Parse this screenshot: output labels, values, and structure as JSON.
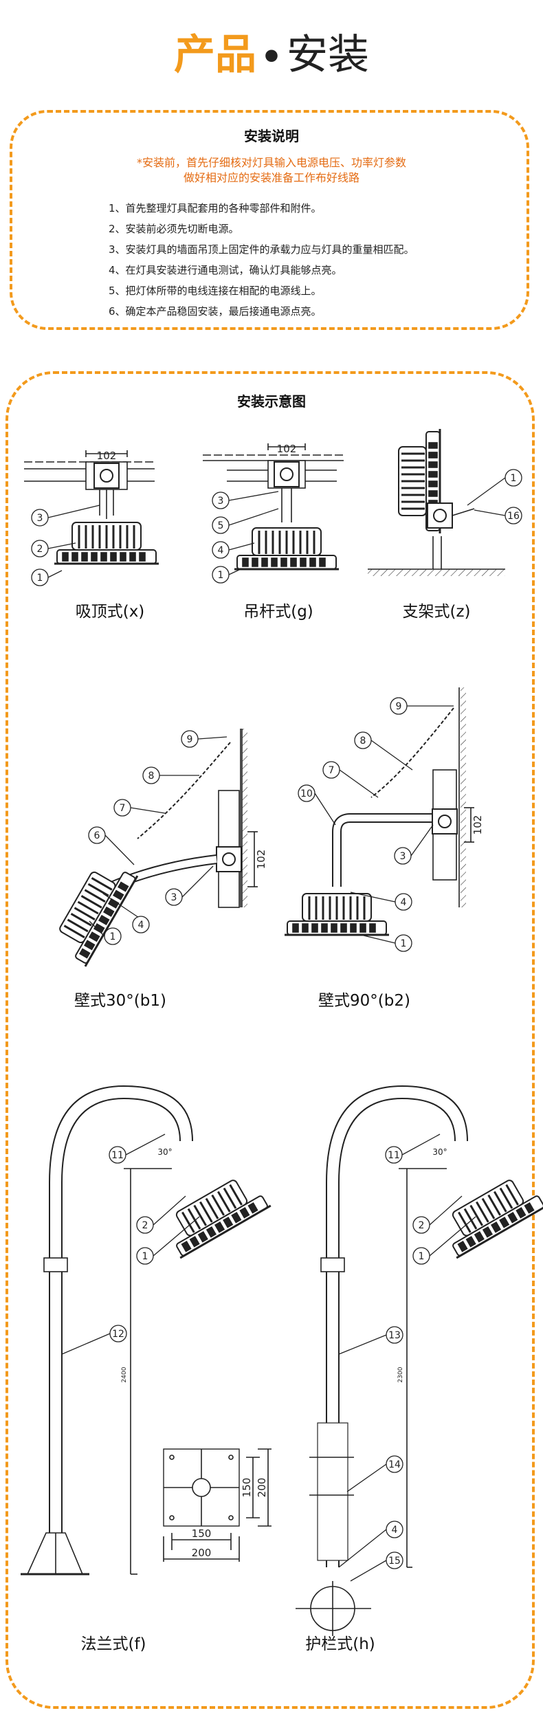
{
  "header": {
    "title_a": "产品",
    "title_dot": "•",
    "title_b": "安装"
  },
  "instructions": {
    "heading": "安装说明",
    "warning_1": "*安装前，首先仔细核对灯具输入电源电压、功率灯参数",
    "warning_2": "做好相对应的安装准备工作布好线路",
    "steps": [
      "1、首先整理灯具配套用的各种零部件和附件。",
      "2、安装前必须先切断电源。",
      "3、安装灯具的墙面吊顶上固定件的承载力应与灯具的重量相匹配。",
      "4、在灯具安装进行通电测试，确认灯具能够点亮。",
      "5、把灯体所带的电线连接在相配的电源线上。",
      "6、确定本产品稳固安装，最后接通电源点亮。"
    ]
  },
  "diagrams": {
    "heading": "安装示意图",
    "labels": {
      "ceiling": "吸顶式(x)",
      "pendant": "吊杆式(g)",
      "bracket": "支架式(z)",
      "wall30": "壁式30°(b1)",
      "wall90": "壁式90°(b2)",
      "flange": "法兰式(f)",
      "guardrail": "护栏式(h)"
    },
    "dims": {
      "d102": "102",
      "d2400": "2400",
      "d2300": "2300",
      "d150": "150",
      "d200": "200",
      "angle30": "30°"
    },
    "part_numbers": [
      "1",
      "2",
      "3",
      "4",
      "5",
      "6",
      "7",
      "8",
      "9",
      "10",
      "11",
      "12",
      "13",
      "14",
      "15",
      "16"
    ]
  },
  "colors": {
    "accent": "#f39a1c",
    "warning": "#e46b12",
    "line": "#333333"
  }
}
